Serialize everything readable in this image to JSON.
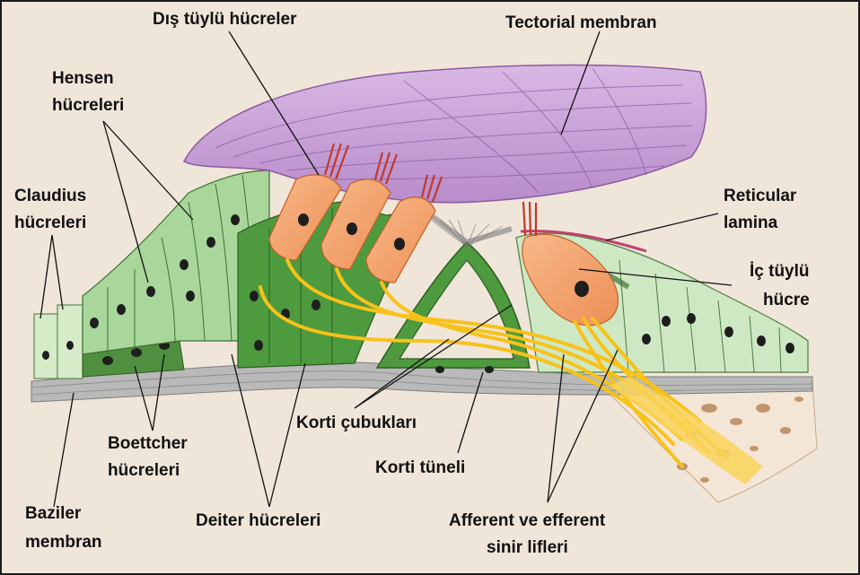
{
  "colors": {
    "background": "#efe5d9",
    "tectorial": "#c9a4d6",
    "outer_hair_cell": "#f4a574",
    "inner_hair_cell": "#f4a574",
    "support_light_green": "#cfe8c4",
    "support_green": "#89c77a",
    "deiter_green": "#4e9a3e",
    "nerve_yellow": "#f7c21a",
    "membrane_gray": "#a8a8a8",
    "bone": "#f4e6d6",
    "nucleus": "#1e1e1e"
  },
  "labels": {
    "dis_tuylu": "Dış tüylü hücreler",
    "tectorial": "Tectorial membran",
    "hensen_1": "Hensen",
    "hensen_2": "hücreleri",
    "claudius_1": "Claudius",
    "claudius_2": "hücreleri",
    "reticular_1": "Reticular",
    "reticular_2": "lamina",
    "ic_tuylu_1": "İç tüylü",
    "ic_tuylu_2": "hücre",
    "boettcher_1": "Boettcher",
    "boettcher_2": "hücreleri",
    "korti_cubuklari": "Korti çubukları",
    "korti_tuneli": "Korti tüneli",
    "baziler_1": "Baziler",
    "baziler_2": "membran",
    "deiter": "Deiter hücreleri",
    "afferent_1": "Afferent ve efferent",
    "afferent_2": "sinir lifleri"
  }
}
